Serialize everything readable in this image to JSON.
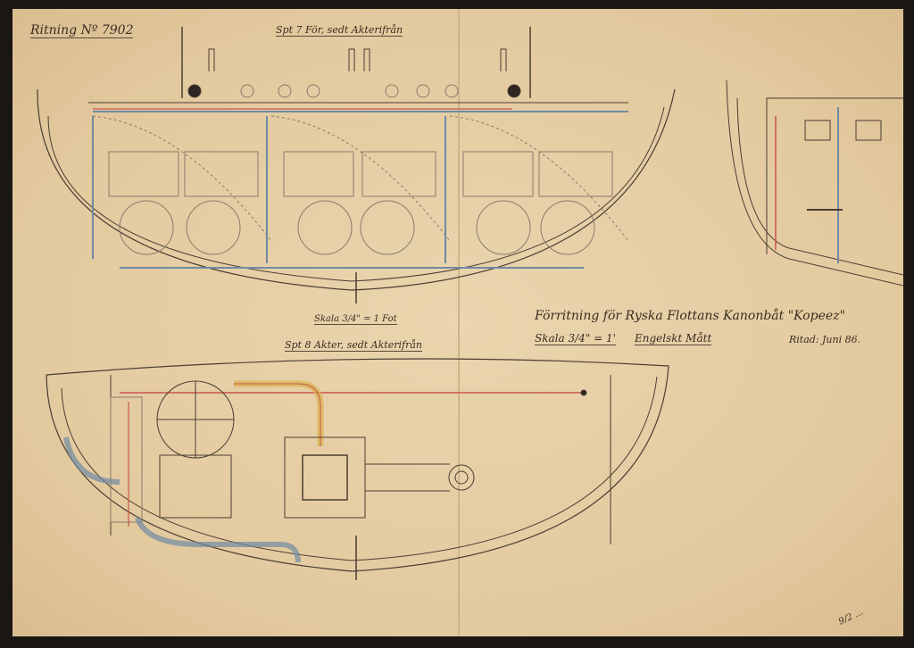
{
  "drawing_number": "Ritning Nº 7902",
  "view_top": {
    "title": "Spt 7 För, sedt Akterifrån"
  },
  "scale_label": "Skala 3/4\" = 1 Fot",
  "view_bottom": {
    "title": "Spt 8 Akter, sedt Akterifrån"
  },
  "title_block": {
    "title": "Förritning för Ryska Flottans Kanonbåt \"Kopeez\"",
    "scale": "Skala 3/4\" = 1'",
    "units": "Engelskt Mått",
    "date": "Ritad: Juni 86."
  },
  "signature": "9/2 ...",
  "colors": {
    "paper": "#e6cfa6",
    "ink": "#3a2c22",
    "red_pipe": "#c8574a",
    "blue_pipe": "#6f8aa3",
    "yellow": "#d9b24a"
  }
}
